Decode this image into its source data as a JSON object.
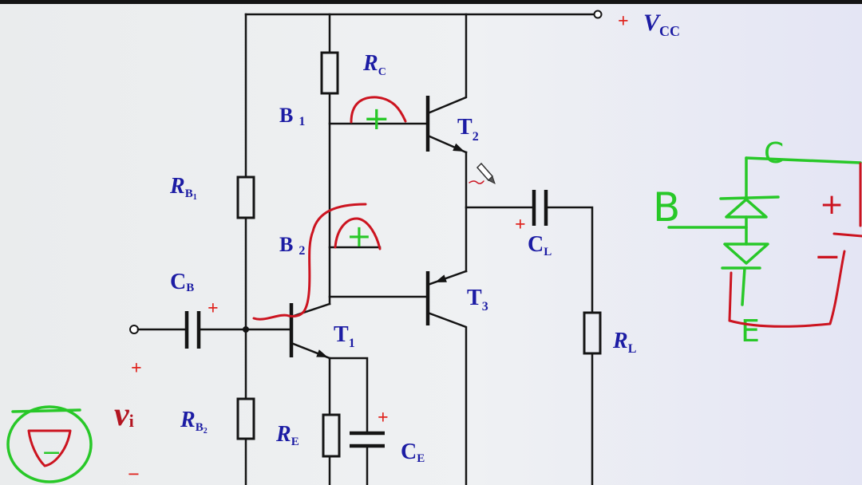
{
  "diagram": {
    "vcc": {
      "sign": "+",
      "symbol": "V",
      "sub": "CC"
    },
    "rc": {
      "symbol": "R",
      "sub": "C"
    },
    "rb1": {
      "symbol": "R",
      "sub": "B",
      "index": "1"
    },
    "rb2": {
      "symbol": "R",
      "sub": "B",
      "index": "2"
    },
    "re": {
      "symbol": "R",
      "sub": "E"
    },
    "rl": {
      "symbol": "R",
      "sub": "L"
    },
    "cb": {
      "symbol": "C",
      "sub": "B",
      "polarity": "+"
    },
    "ce": {
      "symbol": "C",
      "sub": "E",
      "polarity": "+"
    },
    "cl": {
      "symbol": "C",
      "sub": "L",
      "polarity": "+"
    },
    "t1": {
      "symbol": "T",
      "sub": "1"
    },
    "t2": {
      "symbol": "T",
      "sub": "2"
    },
    "t3": {
      "symbol": "T",
      "sub": "3"
    },
    "b1": {
      "symbol": "B",
      "sub": "1"
    },
    "b2": {
      "symbol": "B",
      "sub": "2"
    },
    "vi": {
      "symbol": "v",
      "sub": "i",
      "plus": "+",
      "minus": "−"
    }
  },
  "annotations": {
    "b1_polarity": "+",
    "b2_polarity": "+",
    "input_polarity": "−",
    "transistor_sketch": {
      "collector": "C",
      "base": "B",
      "emitter": "E",
      "plus": "+",
      "minus": "−"
    }
  },
  "icons": {
    "cursor": "pencil-cursor-icon"
  },
  "colors": {
    "wire": "#141414",
    "label": "#1c1ca4",
    "sign": "#e0241e",
    "vi": "#b31420",
    "ink_red": "#cc1420",
    "ink_green": "#28c828"
  }
}
